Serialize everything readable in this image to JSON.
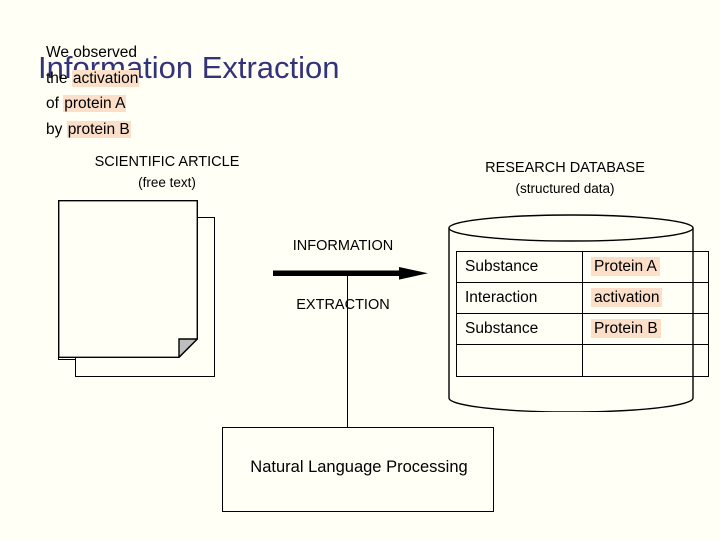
{
  "slide": {
    "title": "Information Extraction",
    "title_color": "#33337A",
    "background_color": "#FFFFF5",
    "highlight_color": "#FBDFC8"
  },
  "article": {
    "caption_main": "SCIENTIFIC ARTICLE",
    "caption_sub": "(free text)",
    "text_lines": [
      {
        "plain": "We observed",
        "highlight": ""
      },
      {
        "plain": "the ",
        "highlight": "activation"
      },
      {
        "plain": "of ",
        "highlight": "protein A"
      },
      {
        "plain": "by ",
        "highlight": "protein B"
      }
    ],
    "page_count": 3
  },
  "process": {
    "label_top": "INFORMATION",
    "label_bottom": "EXTRACTION",
    "arrow_direction": "right",
    "nlp_box_label": "Natural Language Processing"
  },
  "database": {
    "caption_main": "RESEARCH DATABASE",
    "caption_sub": "(structured data)",
    "rows": [
      {
        "key": "Substance",
        "value": "Protein A",
        "value_highlighted": true
      },
      {
        "key": "Interaction",
        "value": "activation",
        "value_highlighted": true
      },
      {
        "key": "Substance",
        "value": "Protein B",
        "value_highlighted": true
      },
      {
        "key": "",
        "value": "",
        "value_highlighted": false
      }
    ]
  }
}
